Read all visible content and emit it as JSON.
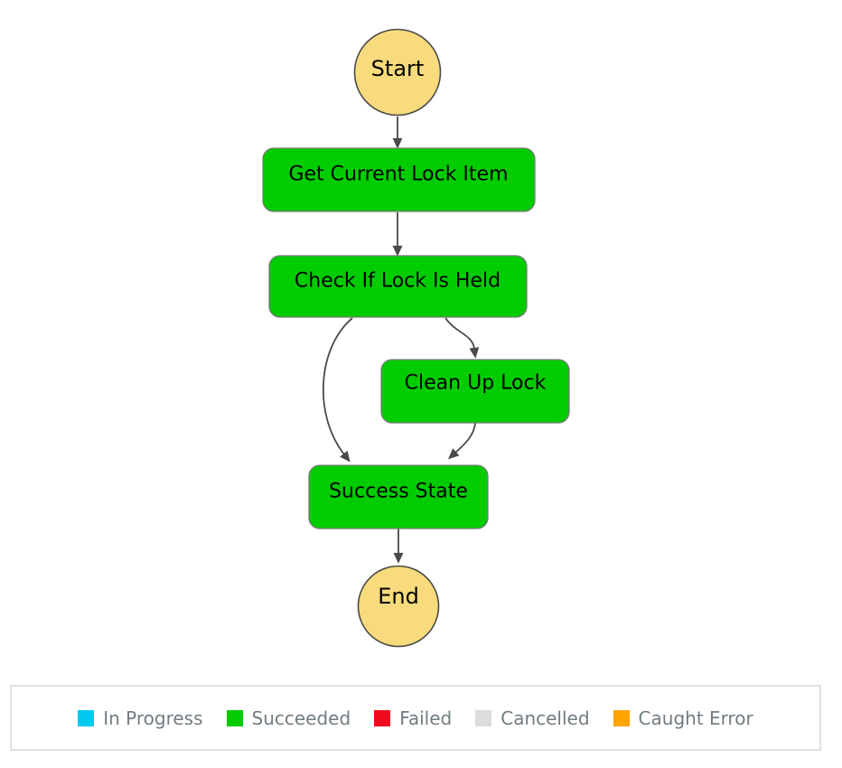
{
  "graph": {
    "nodes": {
      "start": {
        "label": "Start",
        "type": "terminal"
      },
      "get_current_lock_item": {
        "label": "Get Current Lock Item",
        "status": "Succeeded"
      },
      "check_if_lock_is_held": {
        "label": "Check If Lock Is Held",
        "status": "Succeeded"
      },
      "clean_up_lock": {
        "label": "Clean Up Lock",
        "status": "Succeeded"
      },
      "success_state": {
        "label": "Success State",
        "status": "Succeeded"
      },
      "end": {
        "label": "End",
        "type": "terminal"
      }
    },
    "edges": [
      {
        "from": "start",
        "to": "get_current_lock_item"
      },
      {
        "from": "get_current_lock_item",
        "to": "check_if_lock_is_held"
      },
      {
        "from": "check_if_lock_is_held",
        "to": "clean_up_lock"
      },
      {
        "from": "check_if_lock_is_held",
        "to": "success_state"
      },
      {
        "from": "clean_up_lock",
        "to": "success_state"
      },
      {
        "from": "success_state",
        "to": "end"
      }
    ],
    "colors": {
      "terminal_fill": "#F7DB7C",
      "succeeded_fill": "#00CC00",
      "node_stroke": "#4A4A4A",
      "edge": "#4A4A4A",
      "label": "#000000"
    }
  },
  "legend": {
    "items": [
      {
        "label": "In Progress",
        "color": "#00C8EE"
      },
      {
        "label": "Succeeded",
        "color": "#00CC00"
      },
      {
        "label": "Failed",
        "color": "#EE0B1E"
      },
      {
        "label": "Cancelled",
        "color": "#DCDCDC"
      },
      {
        "label": "Caught Error",
        "color": "#FFA400"
      }
    ],
    "text_color": "#717C81",
    "border_color": "#DEE0E2"
  }
}
